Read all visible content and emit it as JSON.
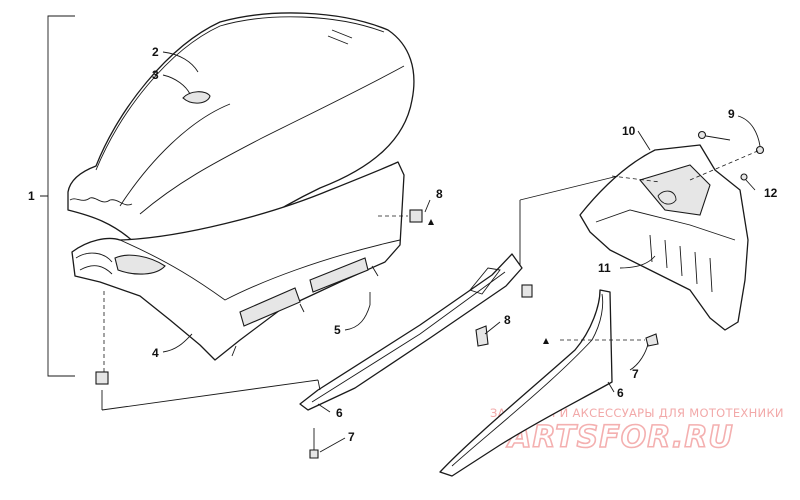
{
  "diagram": {
    "callouts": [
      {
        "id": "c1",
        "text": "1"
      },
      {
        "id": "c2",
        "text": "2"
      },
      {
        "id": "c3",
        "text": "3"
      },
      {
        "id": "c4",
        "text": "4"
      },
      {
        "id": "c5",
        "text": "5"
      },
      {
        "id": "c6a",
        "text": "6"
      },
      {
        "id": "c6b",
        "text": "6"
      },
      {
        "id": "c7a",
        "text": "7"
      },
      {
        "id": "c7b",
        "text": "7"
      },
      {
        "id": "c8a",
        "text": "8"
      },
      {
        "id": "c8b",
        "text": "8"
      },
      {
        "id": "c9",
        "text": "9"
      },
      {
        "id": "c10",
        "text": "10"
      },
      {
        "id": "c11",
        "text": "11"
      },
      {
        "id": "c12",
        "text": "12"
      }
    ]
  },
  "watermark": {
    "tagline": "ЗАПЧАСТИ И АКСЕССУАРЫ ДЛЯ МОТОТЕХНИКИ",
    "logo": "PARTSFOR.RU"
  }
}
